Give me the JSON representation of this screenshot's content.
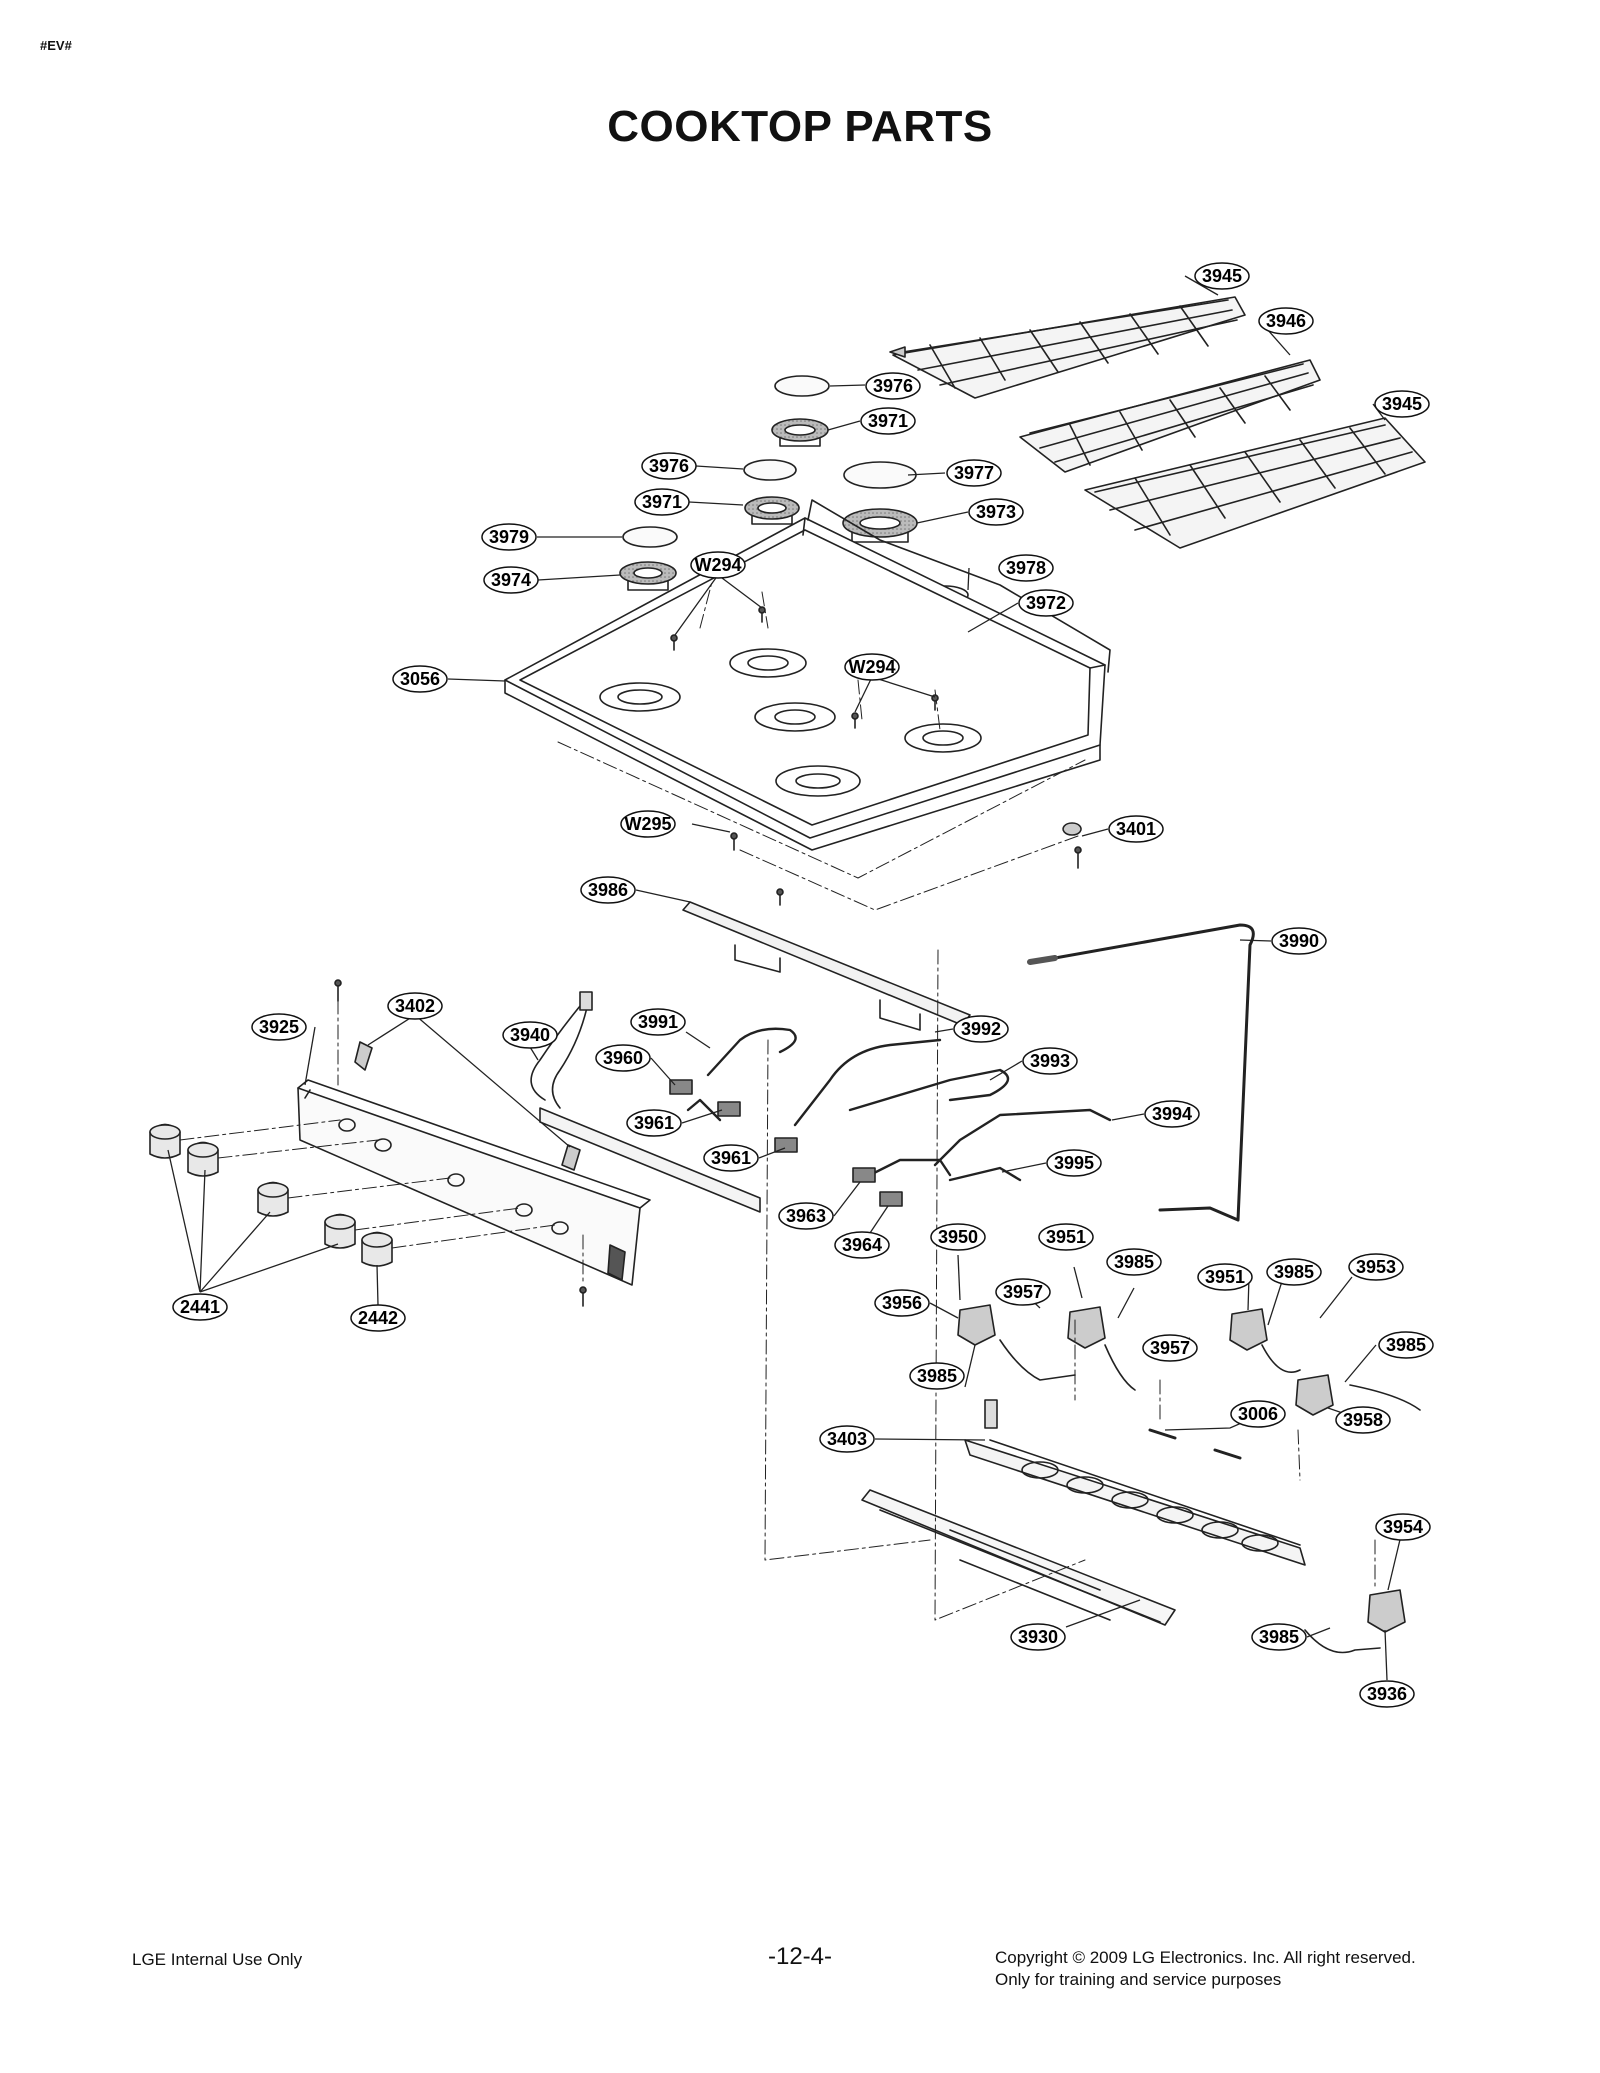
{
  "header": {
    "tag": "#EV#",
    "title": "COOKTOP PARTS"
  },
  "footer": {
    "left": "LGE Internal Use Only",
    "page": "-12-4-",
    "copyright": "Copyright © 2009 LG Electronics. Inc. All right reserved.",
    "note": "Only for training and service purposes"
  },
  "callouts": [
    {
      "id": "c-3945-a",
      "label": "3945"
    },
    {
      "id": "c-3946",
      "label": "3946"
    },
    {
      "id": "c-3945-b",
      "label": "3945"
    },
    {
      "id": "c-3976-a",
      "label": "3976"
    },
    {
      "id": "c-3971-a",
      "label": "3971"
    },
    {
      "id": "c-3976-b",
      "label": "3976"
    },
    {
      "id": "c-3977",
      "label": "3977"
    },
    {
      "id": "c-3971-b",
      "label": "3971"
    },
    {
      "id": "c-3973",
      "label": "3973"
    },
    {
      "id": "c-3979",
      "label": "3979"
    },
    {
      "id": "c-3974",
      "label": "3974"
    },
    {
      "id": "c-w294-a",
      "label": "W294"
    },
    {
      "id": "c-3978",
      "label": "3978"
    },
    {
      "id": "c-3972",
      "label": "3972"
    },
    {
      "id": "c-3056",
      "label": "3056"
    },
    {
      "id": "c-w294-b",
      "label": "W294"
    },
    {
      "id": "c-w295",
      "label": "W295"
    },
    {
      "id": "c-3401",
      "label": "3401"
    },
    {
      "id": "c-3986",
      "label": "3986"
    },
    {
      "id": "c-3990",
      "label": "3990"
    },
    {
      "id": "c-3925",
      "label": "3925"
    },
    {
      "id": "c-3402",
      "label": "3402"
    },
    {
      "id": "c-3940",
      "label": "3940"
    },
    {
      "id": "c-3991",
      "label": "3991"
    },
    {
      "id": "c-3992",
      "label": "3992"
    },
    {
      "id": "c-3960",
      "label": "3960"
    },
    {
      "id": "c-3993",
      "label": "3993"
    },
    {
      "id": "c-3961-a",
      "label": "3961"
    },
    {
      "id": "c-3994",
      "label": "3994"
    },
    {
      "id": "c-3961-b",
      "label": "3961"
    },
    {
      "id": "c-3995",
      "label": "3995"
    },
    {
      "id": "c-3963",
      "label": "3963"
    },
    {
      "id": "c-3964",
      "label": "3964"
    },
    {
      "id": "c-3950",
      "label": "3950"
    },
    {
      "id": "c-3951-a",
      "label": "3951"
    },
    {
      "id": "c-3985-a",
      "label": "3985"
    },
    {
      "id": "c-3951-b",
      "label": "3951"
    },
    {
      "id": "c-3985-b",
      "label": "3985"
    },
    {
      "id": "c-3953",
      "label": "3953"
    },
    {
      "id": "c-3956",
      "label": "3956"
    },
    {
      "id": "c-3957-a",
      "label": "3957"
    },
    {
      "id": "c-3985-c",
      "label": "3985"
    },
    {
      "id": "c-3957-b",
      "label": "3957"
    },
    {
      "id": "c-3985-d",
      "label": "3985"
    },
    {
      "id": "c-3958",
      "label": "3958"
    },
    {
      "id": "c-2441",
      "label": "2441"
    },
    {
      "id": "c-2442",
      "label": "2442"
    },
    {
      "id": "c-3006",
      "label": "3006"
    },
    {
      "id": "c-3403",
      "label": "3403"
    },
    {
      "id": "c-3954",
      "label": "3954"
    },
    {
      "id": "c-3930",
      "label": "3930"
    },
    {
      "id": "c-3985-e",
      "label": "3985"
    },
    {
      "id": "c-3936",
      "label": "3936"
    }
  ]
}
